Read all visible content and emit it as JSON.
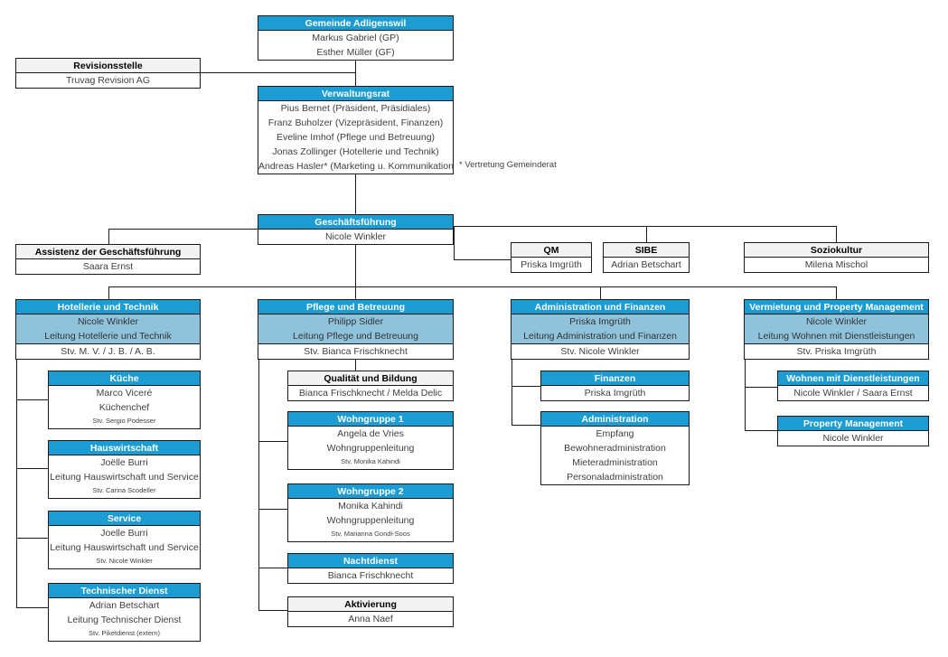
{
  "colors": {
    "header_blue": "#1b9cd2",
    "body_light_blue": "#8fc3dc",
    "header_gray": "#f2f2f2",
    "border": "#1a1a1a",
    "text": "#3f3f3f"
  },
  "annotation": {
    "vertretung_note": "* Vertretung Gemeinderat"
  },
  "org": {
    "gemeinde": {
      "title": "Gemeinde Adligenswil",
      "rows": [
        "Markus Gabriel (GP)",
        "Esther Müller (GF)"
      ]
    },
    "revisionsstelle": {
      "title": "Revisionsstelle",
      "rows": [
        "Truvag Revision AG"
      ]
    },
    "verwaltungsrat": {
      "title": "Verwaltungsrat",
      "rows": [
        "Pius Bernet (Präsident, Präsidiales)",
        "Franz Buholzer (Vizepräsident, Finanzen)",
        "Eveline Imhof (Pflege und Betreuung)",
        "Jonas Zollinger (Hotellerie und Technik)",
        "Andreas Hasler* (Marketing u. Kommunikation)"
      ]
    },
    "geschaeftsfuehrung": {
      "title": "Geschäftsführung",
      "rows": [
        "Nicole Winkler"
      ]
    },
    "assistenz": {
      "title": "Assistenz der Geschäftsführung",
      "rows": [
        "Saara Ernst"
      ]
    },
    "qm": {
      "title": "QM",
      "rows": [
        "Priska Imgrüth"
      ]
    },
    "sibe": {
      "title": "SIBE",
      "rows": [
        "Adrian Betschart"
      ]
    },
    "soziokultur": {
      "title": "Soziokultur",
      "rows": [
        "Milena Mischol"
      ]
    },
    "hotellerie": {
      "title": "Hotellerie und Technik",
      "lead": "Nicole Winkler",
      "function": "Leitung Hotellerie und Technik",
      "stv": "Stv. M. V. / J. B. / A. B."
    },
    "pflege": {
      "title": "Pflege und Betreuung",
      "lead": "Philipp Sidler",
      "function": "Leitung Pflege und Betreuung",
      "stv": "Stv. Bianca Frischknecht"
    },
    "admin_finanzen": {
      "title": "Administration und Finanzen",
      "lead": "Priska Imgrüth",
      "function": "Leitung Administration und Finanzen",
      "stv": "Stv. Nicole Winkler"
    },
    "vermietung": {
      "title": "Vermietung und Property Management",
      "lead": "Nicole Winkler",
      "function": "Leitung Wohnen mit Dienstleistungen",
      "stv": "Stv. Priska Imgrüth"
    },
    "kueche": {
      "title": "Küche",
      "rows": [
        "Marco Viceré",
        "Küchenchef"
      ],
      "stv": "Stv. Sergio Podesser"
    },
    "hauswirtschaft": {
      "title": "Hauswirtschaft",
      "rows": [
        "Joëlle Burri",
        "Leitung Hauswirtschaft und Service"
      ],
      "stv": "Stv. Carina Scodeller"
    },
    "service": {
      "title": "Service",
      "rows": [
        "Joelle Burri",
        "Leitung Hauswirtschaft und Service"
      ],
      "stv": "Stv. Nicole Winkler"
    },
    "technischer_dienst": {
      "title": "Technischer Dienst",
      "rows": [
        "Adrian Betschart",
        "Leitung Technischer Dienst"
      ],
      "stv": "Stv. Piketdienst (extern)"
    },
    "qualitaet": {
      "title": "Qualität und Bildung",
      "rows": [
        "Bianca Frischknecht / Melda Delic"
      ]
    },
    "wohngruppe1": {
      "title": "Wohngruppe 1",
      "rows": [
        "Angela de Vries",
        "Wohngruppenleitung"
      ],
      "stv": "Stv. Monika Kahindi"
    },
    "wohngruppe2": {
      "title": "Wohngruppe 2",
      "rows": [
        "Monika Kahindi",
        "Wohngruppenleitung"
      ],
      "stv": "Stv. Marianna Gondi-Soos"
    },
    "nachtdienst": {
      "title": "Nachtdienst",
      "rows": [
        "Bianca Frischknecht"
      ]
    },
    "aktivierung": {
      "title": "Aktivierung",
      "rows": [
        "Anna Naef"
      ]
    },
    "finanzen": {
      "title": "Finanzen",
      "rows": [
        "Priska Imgrüth"
      ]
    },
    "administration": {
      "title": "Administration",
      "rows": [
        "Empfang",
        "Bewohneradministration",
        "Mieteradministration",
        "Personaladministration"
      ]
    },
    "wohnen_dl": {
      "title": "Wohnen mit Dienstleistungen",
      "rows": [
        "Nicole Winkler / Saara Ernst"
      ]
    },
    "property": {
      "title": "Property Management",
      "rows": [
        "Nicole Winkler"
      ]
    }
  }
}
